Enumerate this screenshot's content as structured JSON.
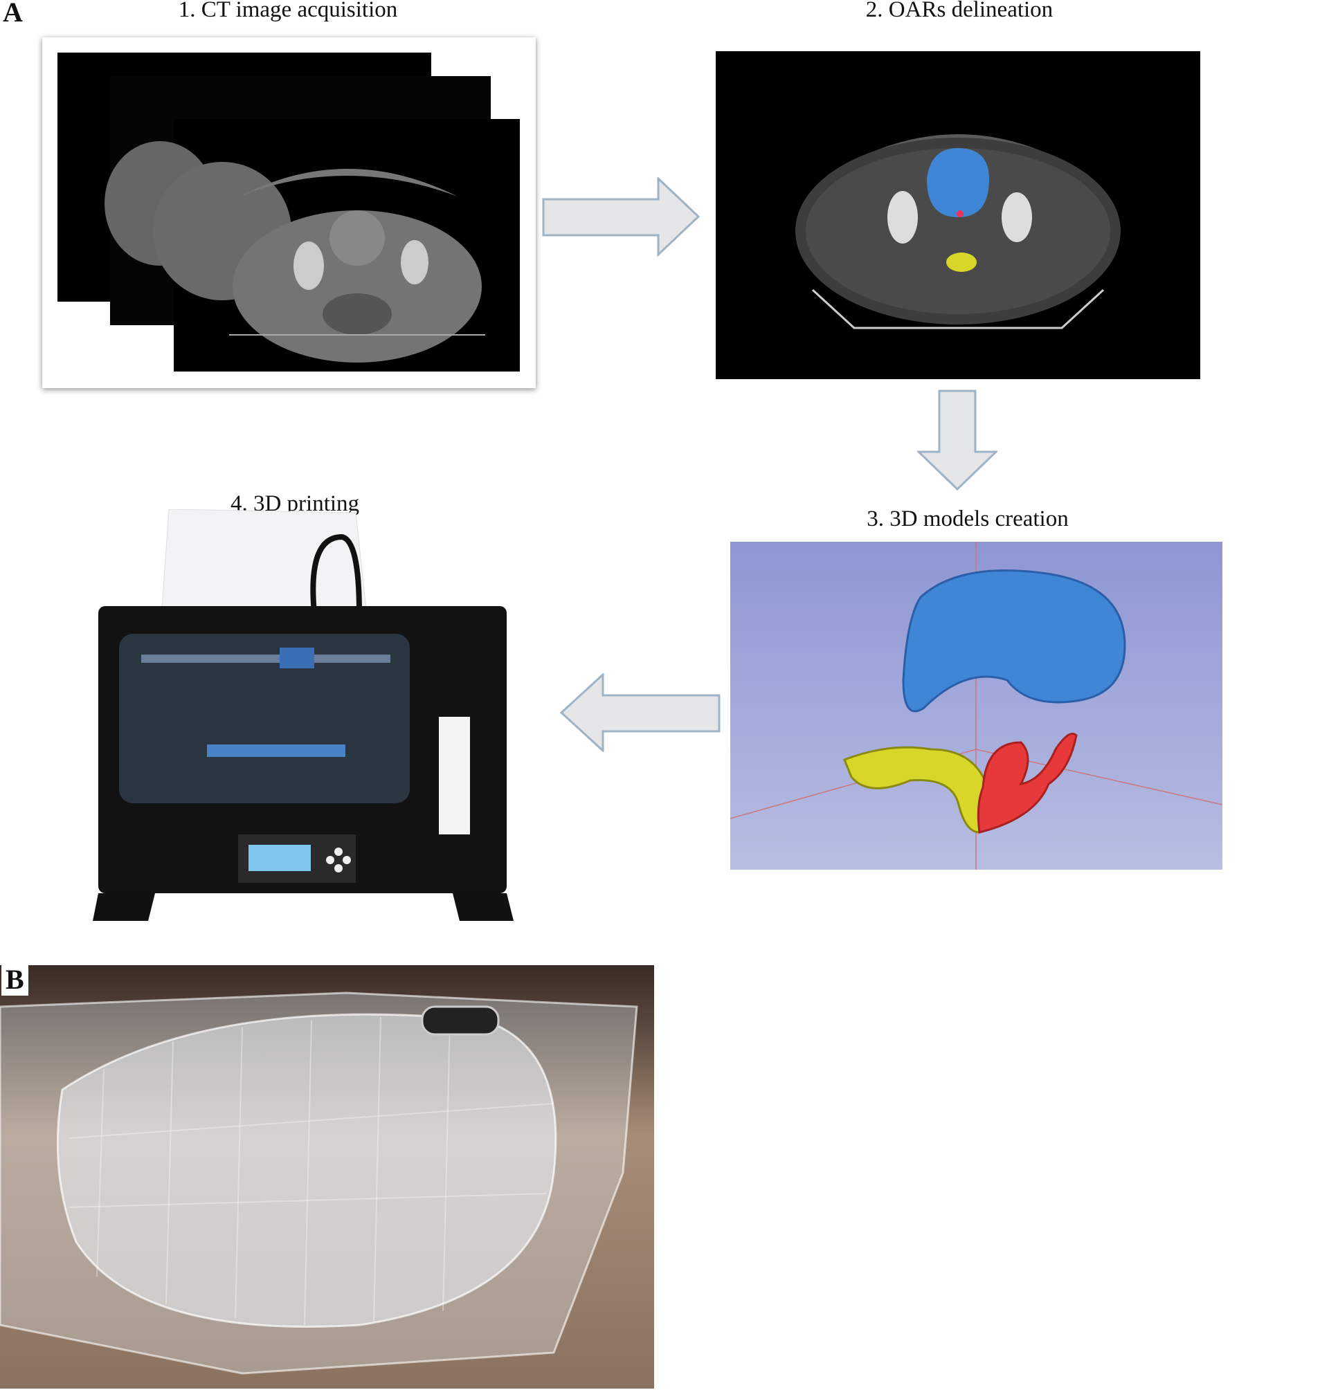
{
  "panel_a": {
    "letter": "A",
    "steps": [
      {
        "label": "1. CT image acquisition"
      },
      {
        "label": "2. OARs delineation"
      },
      {
        "label": "3. 3D models creation"
      },
      {
        "label": "4. 3D printing"
      }
    ]
  },
  "panel_b": {
    "letter": "B"
  },
  "colors": {
    "bladder": "#3f86d6",
    "rectum": "#d8d629",
    "sigmoid": "#e8393a",
    "model_bg": "#8e96d3",
    "arrow_fill": "#e4e6e8",
    "arrow_stroke": "#9fb3c6"
  }
}
